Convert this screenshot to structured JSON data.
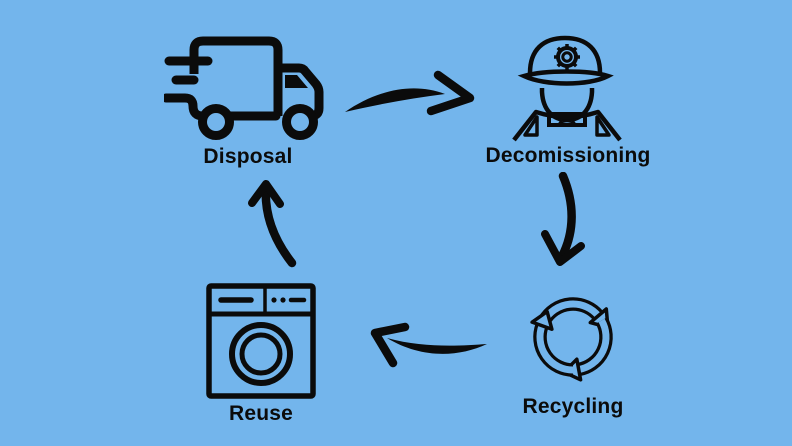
{
  "colors": {
    "background": "#73b5ec",
    "ink": "#0b0b0b"
  },
  "diagram": {
    "type": "cycle",
    "nodes": [
      {
        "label": "Disposal",
        "icon": "delivery-truck-icon",
        "position": "top-left"
      },
      {
        "label": "Decomissioning",
        "icon": "worker-with-gear-cap-icon",
        "position": "top-right"
      },
      {
        "label": "Recycling",
        "icon": "recycling-arrows-icon",
        "position": "bottom-right"
      },
      {
        "label": "Reuse",
        "icon": "washing-machine-icon",
        "position": "bottom-left"
      }
    ],
    "edges": [
      {
        "from": "Disposal",
        "to": "Decomissioning",
        "style": "curved-swoosh-arrow-right"
      },
      {
        "from": "Decomissioning",
        "to": "Recycling",
        "style": "curved-arrow-down"
      },
      {
        "from": "Recycling",
        "to": "Reuse",
        "style": "curved-swoosh-arrow-left"
      },
      {
        "from": "Reuse",
        "to": "Disposal",
        "style": "curved-arrow-up"
      }
    ]
  }
}
